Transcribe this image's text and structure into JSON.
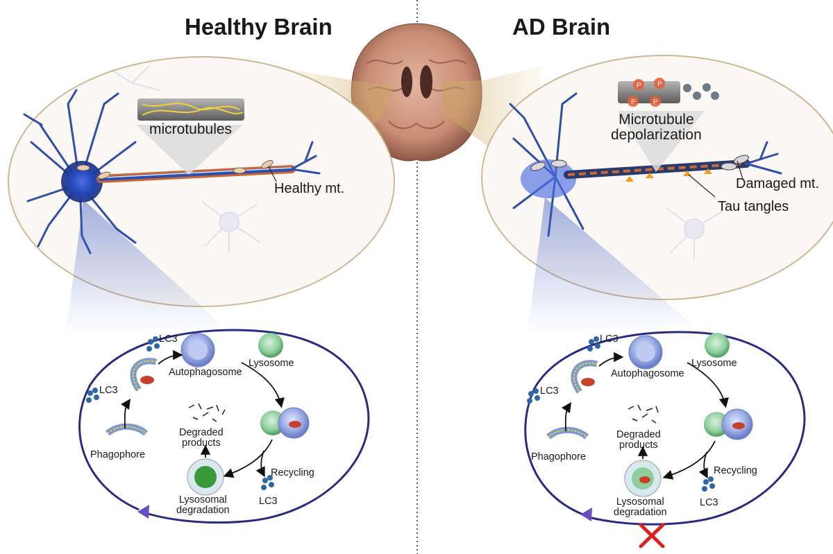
{
  "titles": {
    "healthy": "Healthy Brain",
    "ad": "AD Brain"
  },
  "healthy_panel": {
    "microtubules": "microtubules",
    "healthy_mt": "Healthy mt."
  },
  "ad_panel": {
    "depolarization": "Microtubule\ndepolarization",
    "damaged_mt": "Damaged mt.",
    "tau_tangles": "Tau tangles",
    "phospho_mark": "P"
  },
  "autophagy": {
    "lc3": "LC3",
    "autophagosome": "Autophagosome",
    "lysosome": "Lysosome",
    "phagophore": "Phagophore",
    "degraded_products": "Degraded\nproducts",
    "recycling": "Recycling",
    "lysosomal_degradation": "Lysosomal\ndegradation"
  },
  "colors": {
    "cycle_arrow": "#2a2a82",
    "cycle_arrow_head": "#6a4fc4",
    "neuron": "#2e4fa8",
    "microtubule": "#8a8a8a",
    "tau": "#f29a1c",
    "lysosome": "#7ec38f",
    "block_mark": "#e02020",
    "ellipse_border": "#cdb894"
  }
}
